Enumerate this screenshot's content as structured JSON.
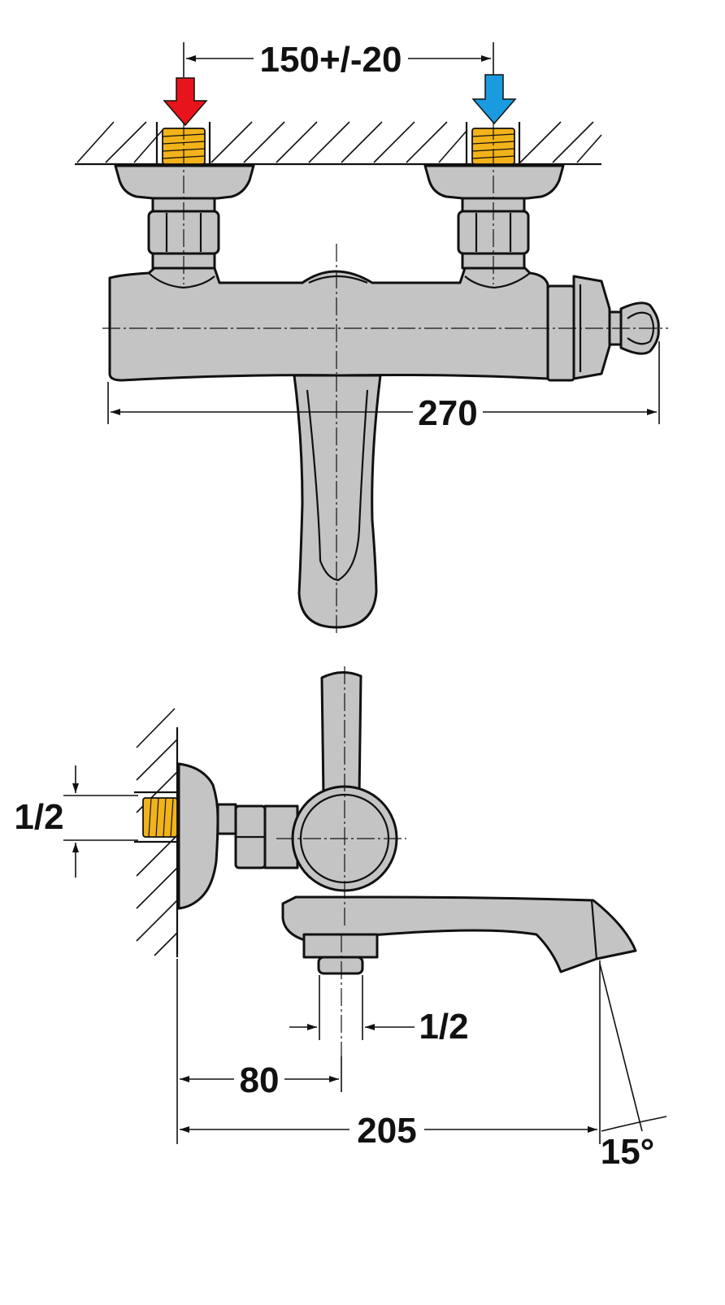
{
  "colors": {
    "hot_arrow": "#e8141b",
    "cold_arrow": "#1a9be0",
    "thread": "#f2b21a",
    "body": "#c4c4c4",
    "line": "#111111"
  },
  "front_view": {
    "inlet_spacing": "150+/-20",
    "total_width": "270"
  },
  "side_view": {
    "inlet_thread": "1/2",
    "outlet_thread": "1/2",
    "wall_to_outlet": "80",
    "projection": "205",
    "spout_angle": "15°"
  }
}
